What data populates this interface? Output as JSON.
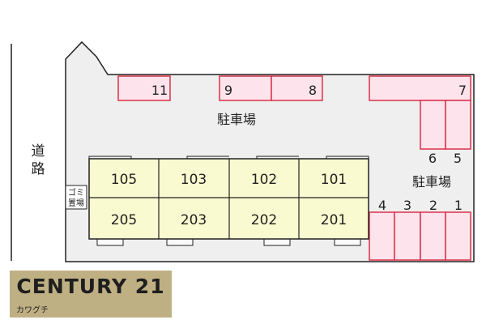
{
  "road_label": "道路",
  "parking_area_labels": [
    "駐車場",
    "駐車場"
  ],
  "parking_spaces": [
    "11",
    "9",
    "8",
    "7",
    "6",
    "5",
    "4",
    "3",
    "2",
    "1"
  ],
  "units": {
    "upper_floor": [
      "205",
      "203",
      "202",
      "201"
    ],
    "ground_floor": [
      "105",
      "103",
      "102",
      "101"
    ]
  },
  "garbage_label": [
    "ゴミ",
    "置場"
  ],
  "branding": {
    "company": "CENTURY 21",
    "branch": "カワグチ"
  },
  "colors": {
    "parking_fill": "#fde3ec",
    "parking_stroke": "#d8334a",
    "building_fill": "#fafad0",
    "lot_fill": "#efefef",
    "logo_bg": "#bfb083"
  }
}
